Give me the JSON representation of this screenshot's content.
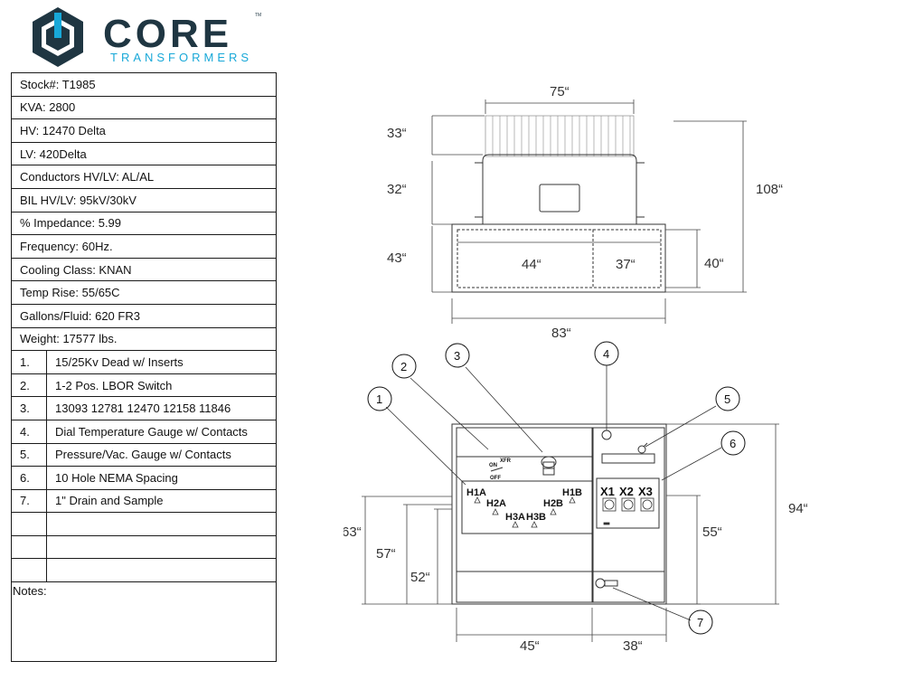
{
  "brand": {
    "name": "CORE",
    "tagline": "TRANSFORMERS",
    "trademark": "TM",
    "colors": {
      "dark": "#1f3642",
      "accent": "#18a8d8"
    }
  },
  "spec_rows": [
    "Stock#: T1985",
    "KVA: 2800",
    "HV: 12470 Delta",
    "LV: 420Delta",
    "Conductors HV/LV: AL/AL",
    "BIL HV/LV: 95kV/30kV",
    "% Impedance: 5.99",
    "Frequency: 60Hz.",
    "Cooling Class: KNAN",
    "Temp Rise: 55/65C",
    "Gallons/Fluid: 620 FR3",
    "Weight: 17577 lbs."
  ],
  "accessories": [
    {
      "num": "1.",
      "text": "15/25Kv Dead w/ Inserts"
    },
    {
      "num": "2.",
      "text": "1-2 Pos. LBOR Switch"
    },
    {
      "num": "3.",
      "text": "13093 12781 12470 12158 11846"
    },
    {
      "num": "4.",
      "text": "Dial Temperature Gauge w/ Contacts"
    },
    {
      "num": "5.",
      "text": "Pressure/Vac. Gauge w/ Contacts"
    },
    {
      "num": "6.",
      "text": "10 Hole NEMA Spacing"
    },
    {
      "num": "7.",
      "text": "1\" Drain and Sample"
    },
    {
      "num": "",
      "text": ""
    },
    {
      "num": "",
      "text": ""
    },
    {
      "num": "",
      "text": ""
    }
  ],
  "notes_label": "Notes:",
  "top_view_dims": {
    "width_top": "75“",
    "radiator_height": "33“",
    "tank_height": "32“",
    "overall_height": "108“",
    "base_height": "43“",
    "hv_compartment": "44“",
    "lv_compartment": "37“",
    "compartment_height": "40“",
    "overall_width": "83“"
  },
  "front_view_dims": {
    "height_63": "63“",
    "height_57": "57“",
    "height_52": "52“",
    "height_55": "55“",
    "height_94": "94“",
    "width_45": "45“",
    "width_38": "38“"
  },
  "callouts": [
    "1",
    "2",
    "3",
    "4",
    "5",
    "6",
    "7"
  ],
  "hv_bushings": [
    "H1A",
    "H2A",
    "H3A",
    "H3B",
    "H2B",
    "H1B"
  ],
  "lv_bushings": [
    "X1",
    "X2",
    "X3"
  ],
  "switch_labels": {
    "on": "ON",
    "off": "OFF",
    "xfr": "XFR"
  }
}
